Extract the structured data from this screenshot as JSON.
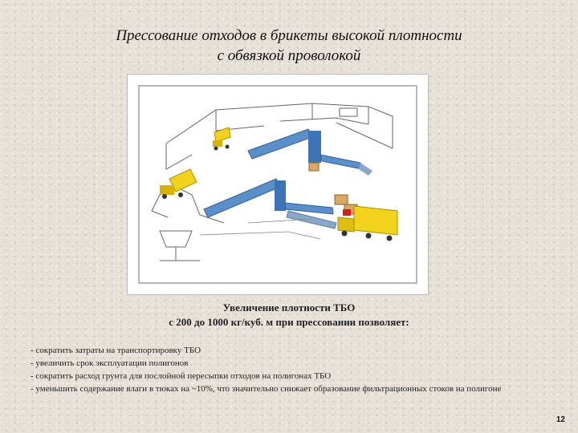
{
  "slide": {
    "title_line1": "Прессование отходов в брикеты высокой плотности",
    "title_line2": "с обвязкой проволокой",
    "subtitle_line1": "Увеличение плотности ТБО",
    "subtitle_line2": "с 200 до 1000 кг/куб. м при прессовании позволяет:",
    "items": [
      "- сократить затраты на транспортировку ТБО",
      "- увеличить срок эксплуатации полигонов",
      "- сократить расход грунта для послойной пересыпки отходов на полигонах ТБО",
      "- уменьшить содержание влаги в тюках на ~10%, что значительно снижает образование фильтрационных стоков на полигоне"
    ],
    "page_number": "12"
  },
  "colors": {
    "background": "#e6e0d6",
    "conveyor_blue": "#5b8fc9",
    "truck_yellow": "#f2d21b",
    "bale_tan": "#d8a860"
  }
}
